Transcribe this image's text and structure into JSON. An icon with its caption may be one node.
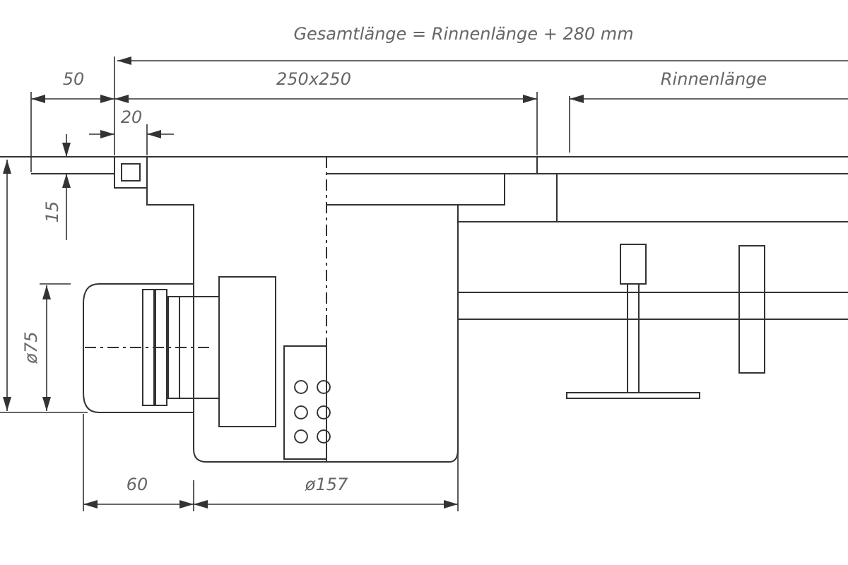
{
  "diagram": {
    "labels": [
      "Gesamtlänge = Rinnenlänge + 280 mm",
      "50",
      "250x250",
      "Rinnenlänge",
      "20",
      "15",
      "ø75",
      "60",
      "ø157"
    ]
  }
}
